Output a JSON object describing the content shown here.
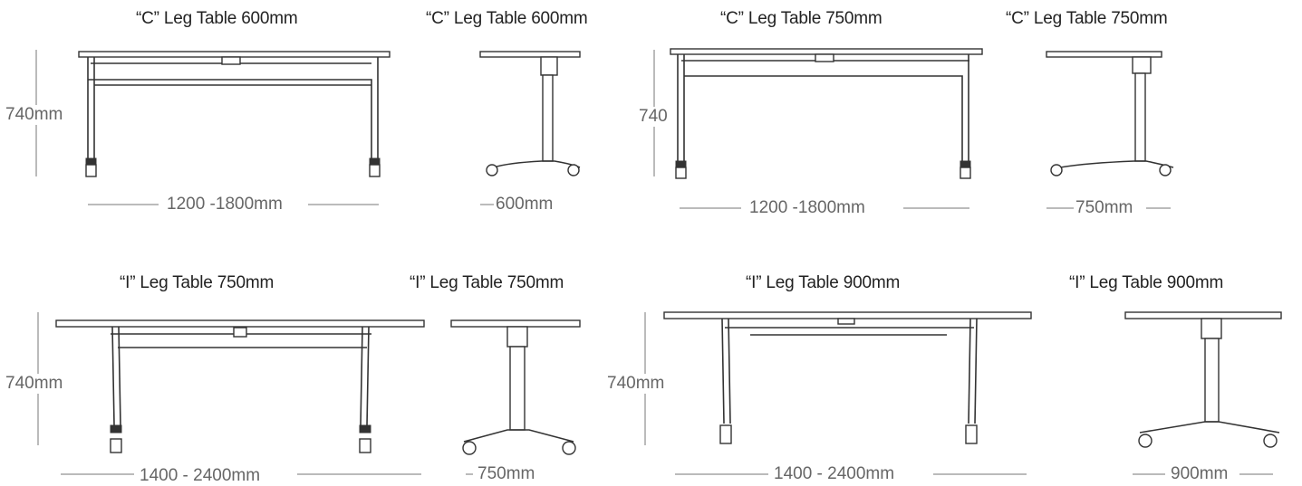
{
  "row1": {
    "c600_front": {
      "title": "“C” Leg Table 600mm",
      "height": "740mm",
      "width": "1200 -1800mm"
    },
    "c600_side": {
      "title": "“C” Leg Table 600mm",
      "width": "600mm"
    },
    "c750_front": {
      "title": "“C” Leg Table 750mm",
      "height": "740",
      "width": "1200 -1800mm"
    },
    "c750_side": {
      "title": "“C” Leg Table 750mm",
      "width": "750mm"
    }
  },
  "row2": {
    "i750_front": {
      "title": "“I” Leg Table 750mm",
      "height": "740mm",
      "width": "1400 - 2400mm"
    },
    "i750_side": {
      "title": "“I” Leg Table 750mm",
      "width": "750mm"
    },
    "i900_front": {
      "title": "“I” Leg Table 900mm",
      "height": "740mm",
      "width": "1400 - 2400mm"
    },
    "i900_side": {
      "title": "“I” Leg Table 900mm",
      "width": "900mm"
    }
  }
}
